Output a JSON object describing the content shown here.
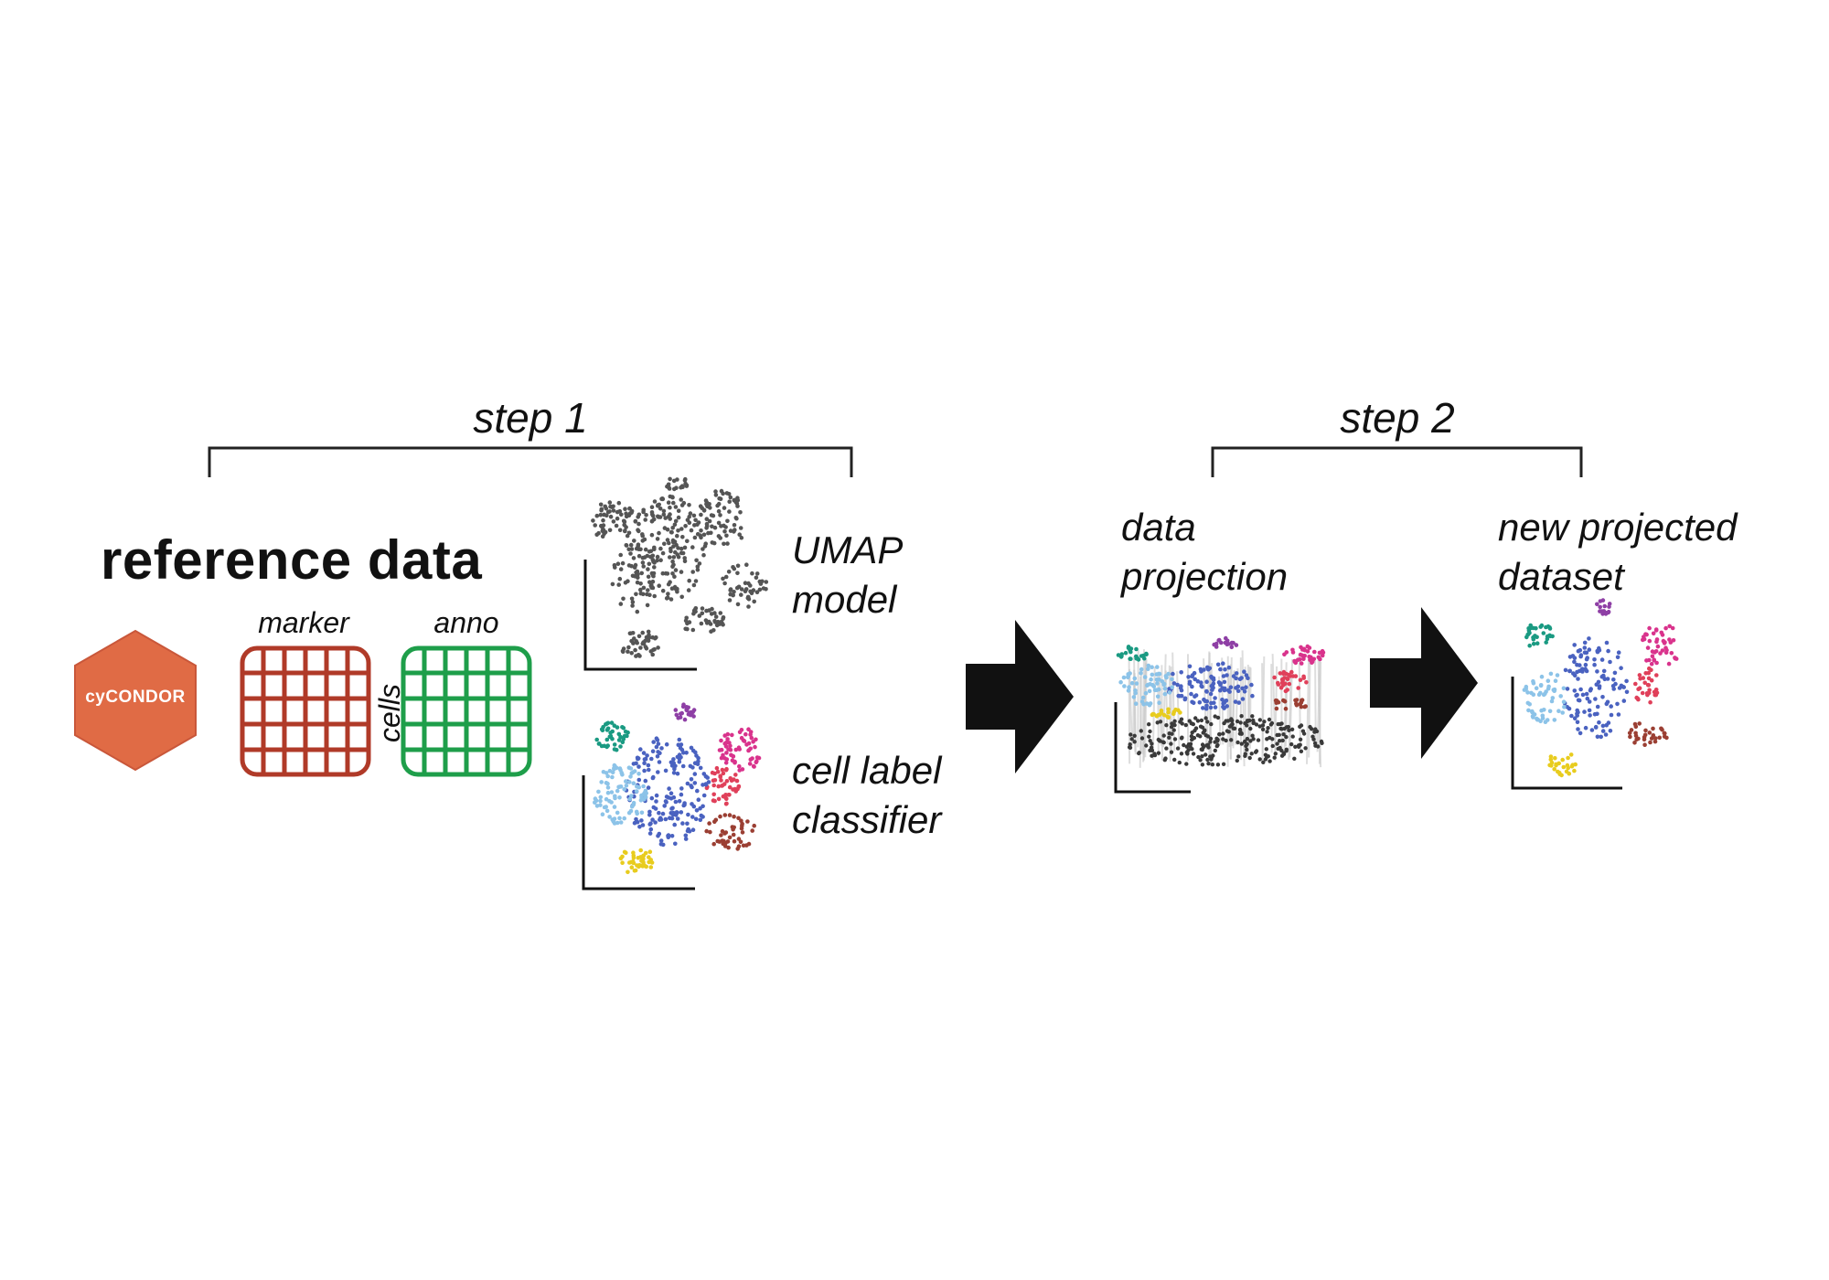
{
  "steps": {
    "step1": "step 1",
    "step2": "step 2"
  },
  "reference": {
    "title": "reference data",
    "logo_text": "cyCONDOR",
    "marker_label": "marker",
    "cells_label": "cells",
    "anno_label": "anno"
  },
  "models": {
    "umap_line1": "UMAP",
    "umap_line2": "model",
    "classifier_line1": "cell label",
    "classifier_line2": "classifier"
  },
  "projection": {
    "line1": "data",
    "line2": "projection"
  },
  "result": {
    "line1": "new projected",
    "line2": "dataset"
  },
  "colors": {
    "logo": "#E06B45",
    "marker_grid": "#B03A28",
    "anno_grid": "#1E9E4A",
    "points_gray": "#555555",
    "arrow": "#111111",
    "teal": "#1A9A82",
    "light_blue": "#8CC3E8",
    "blue": "#4A62C0",
    "purple": "#8E3FA5",
    "pink": "#D9338C",
    "red": "#E0405A",
    "brown": "#9B3F33",
    "yellow": "#E8CC1E"
  },
  "icons": [
    "hexagon-logo-icon",
    "grid-matrix-icon",
    "right-arrow-icon"
  ]
}
